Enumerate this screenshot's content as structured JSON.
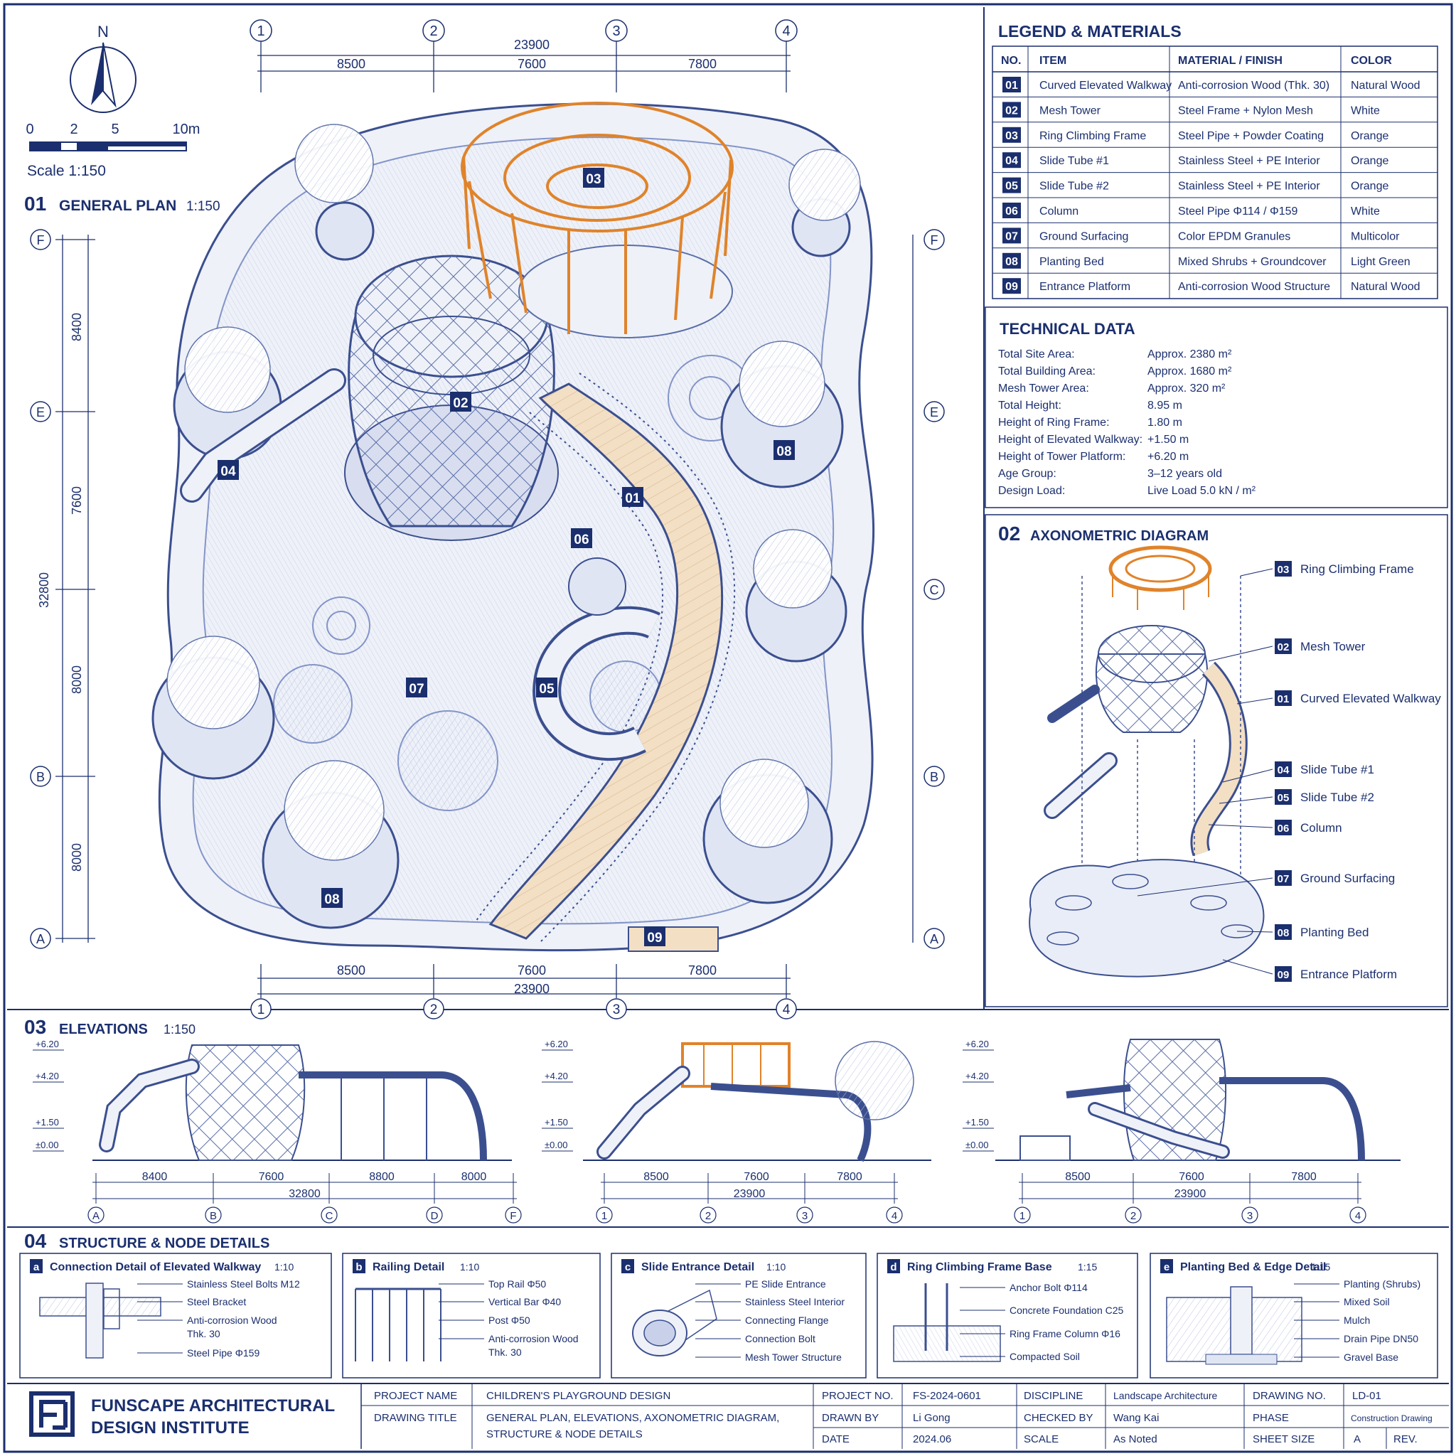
{
  "colors": {
    "ink": "#1b2f6e",
    "ink_light": "#7d8fc4",
    "orange": "#e0832a",
    "wood": "#f3dfc4",
    "paper": "#ffffff",
    "fill_light": "#e9edf7"
  },
  "north": {
    "label": "N"
  },
  "scale_bar": {
    "ticks": [
      "0",
      "2",
      "5",
      "10m"
    ],
    "label": "Scale 1:150"
  },
  "plan": {
    "num": "01",
    "title": "GENERAL PLAN",
    "scale": "1:150",
    "grid_cols": [
      "1",
      "2",
      "3",
      "4"
    ],
    "grid_rows": [
      "F",
      "E",
      "C",
      "B",
      "A"
    ],
    "top_dims": {
      "total": "23900",
      "segments": [
        "8500",
        "7600",
        "7800"
      ]
    },
    "bottom_dims": {
      "total": "23900",
      "segments": [
        "8500",
        "7600",
        "7800"
      ]
    },
    "left_dims": {
      "total": "32800",
      "segments": [
        "8400",
        "7600",
        "8000",
        "8000"
      ]
    },
    "markers": [
      {
        "id": "03",
        "label": "03"
      },
      {
        "id": "02",
        "label": "02"
      },
      {
        "id": "04",
        "label": "04"
      },
      {
        "id": "08a",
        "label": "08"
      },
      {
        "id": "01",
        "label": "01"
      },
      {
        "id": "06",
        "label": "06"
      },
      {
        "id": "07",
        "label": "07"
      },
      {
        "id": "05",
        "label": "05"
      },
      {
        "id": "08b",
        "label": "08"
      },
      {
        "id": "09",
        "label": "09"
      }
    ]
  },
  "legend": {
    "title": "LEGEND & MATERIALS",
    "headers": [
      "NO.",
      "ITEM",
      "MATERIAL / FINISH",
      "COLOR"
    ],
    "rows": [
      {
        "no": "01",
        "item": "Curved Elevated Walkway",
        "material": "Anti-corrosion Wood (Thk. 30)",
        "color": "Natural Wood"
      },
      {
        "no": "02",
        "item": "Mesh Tower",
        "material": "Steel Frame + Nylon Mesh",
        "color": "White"
      },
      {
        "no": "03",
        "item": "Ring Climbing Frame",
        "material": "Steel Pipe + Powder Coating",
        "color": "Orange"
      },
      {
        "no": "04",
        "item": "Slide Tube #1",
        "material": "Stainless Steel + PE Interior",
        "color": "Orange"
      },
      {
        "no": "05",
        "item": "Slide Tube #2",
        "material": "Stainless Steel + PE Interior",
        "color": "Orange"
      },
      {
        "no": "06",
        "item": "Column",
        "material": "Steel Pipe Φ114 / Φ159",
        "color": "White"
      },
      {
        "no": "07",
        "item": "Ground Surfacing",
        "material": "Color EPDM Granules",
        "color": "Multicolor"
      },
      {
        "no": "08",
        "item": "Planting Bed",
        "material": "Mixed Shrubs + Groundcover",
        "color": "Light Green"
      },
      {
        "no": "09",
        "item": "Entrance Platform",
        "material": "Anti-corrosion Wood Structure",
        "color": "Natural Wood"
      }
    ]
  },
  "technical": {
    "title": "TECHNICAL DATA",
    "rows": [
      {
        "label": "Total Site Area:",
        "value": "Approx. 2380 m²"
      },
      {
        "label": "Total Building Area:",
        "value": "Approx. 1680 m²"
      },
      {
        "label": "Mesh Tower Area:",
        "value": "Approx. 320 m²"
      },
      {
        "label": "Total Height:",
        "value": "8.95 m"
      },
      {
        "label": "Height of Ring Frame:",
        "value": "1.80 m"
      },
      {
        "label": "Height of Elevated Walkway:",
        "value": "+1.50 m"
      },
      {
        "label": "Height of Tower Platform:",
        "value": "+6.20 m"
      },
      {
        "label": "Age Group:",
        "value": "3–12 years old"
      },
      {
        "label": "Design Load:",
        "value": "Live Load 5.0 kN / m²"
      }
    ]
  },
  "axono": {
    "num": "02",
    "title": "AXONOMETRIC DIAGRAM",
    "labels": [
      {
        "no": "03",
        "text": "Ring Climbing Frame"
      },
      {
        "no": "02",
        "text": "Mesh Tower"
      },
      {
        "no": "01",
        "text": "Curved Elevated Walkway"
      },
      {
        "no": "04",
        "text": "Slide Tube #1"
      },
      {
        "no": "05",
        "text": "Slide Tube #2"
      },
      {
        "no": "06",
        "text": "Column"
      },
      {
        "no": "07",
        "text": "Ground Surfacing"
      },
      {
        "no": "08",
        "text": "Planting Bed"
      },
      {
        "no": "09",
        "text": "Entrance Platform"
      }
    ]
  },
  "elevations": {
    "num": "03",
    "title": "ELEVATIONS",
    "scale": "1:150",
    "levels": [
      "+6.20",
      "+4.20",
      "+1.50",
      "±0.00"
    ],
    "views": [
      {
        "dims": [
          "8400",
          "7600",
          "8800",
          "8000"
        ],
        "total": "32800",
        "axes": [
          "A",
          "B",
          "C",
          "D",
          "F"
        ]
      },
      {
        "dims": [
          "8500",
          "7600",
          "7800"
        ],
        "total": "23900",
        "axes": [
          "1",
          "2",
          "3",
          "4"
        ]
      },
      {
        "dims": [
          "8500",
          "7600",
          "7800"
        ],
        "total": "23900",
        "axes": [
          "1",
          "2",
          "3",
          "4"
        ]
      }
    ]
  },
  "details": {
    "num": "04",
    "title": "STRUCTURE & NODE DETAILS",
    "panels": [
      {
        "letter": "a",
        "title": "Connection Detail of Elevated Walkway",
        "scale": "1:10",
        "notes": [
          "Stainless Steel Bolts M12",
          "Steel Bracket",
          "Anti-corrosion Wood",
          "Thk. 30",
          "Steel Pipe Φ159"
        ]
      },
      {
        "letter": "b",
        "title": "Railing Detail",
        "scale": "1:10",
        "notes": [
          "Top Rail Φ50",
          "Vertical Bar Φ40",
          "Post Φ50",
          "Anti-corrosion Wood",
          "Thk. 30"
        ]
      },
      {
        "letter": "c",
        "title": "Slide Entrance Detail",
        "scale": "1:10",
        "notes": [
          "PE Slide Entrance",
          "Stainless Steel Interior",
          "Connecting Flange",
          "Connection Bolt",
          "Mesh Tower Structure"
        ]
      },
      {
        "letter": "d",
        "title": "Ring Climbing Frame Base",
        "scale": "1:15",
        "notes": [
          "Anchor Bolt Φ114",
          "Concrete Foundation C25",
          "Ring Frame Column Φ16",
          "Compacted Soil"
        ]
      },
      {
        "letter": "e",
        "title": "Planting Bed & Edge Detail",
        "scale": "1:15",
        "notes": [
          "Planting (Shrubs)",
          "Mixed Soil",
          "Mulch",
          "Drain Pipe DN50",
          "Gravel Base"
        ]
      }
    ]
  },
  "title_block": {
    "firm_line1": "FUNSCAPE ARCHITECTURAL",
    "firm_line2": "DESIGN INSTITUTE",
    "project_name_label": "PROJECT NAME",
    "project_name": "CHILDREN'S PLAYGROUND DESIGN",
    "drawing_title_label": "DRAWING TITLE",
    "drawing_title_1": "GENERAL PLAN, ELEVATIONS, AXONOMETRIC DIAGRAM,",
    "drawing_title_2": "STRUCTURE & NODE DETAILS",
    "project_no_label": "PROJECT NO.",
    "project_no": "FS-2024-0601",
    "drawn_by_label": "DRAWN BY",
    "drawn_by": "Li Gong",
    "date_label": "DATE",
    "date": "2024.06",
    "discipline_label": "DISCIPLINE",
    "discipline": "Landscape Architecture",
    "checked_by_label": "CHECKED BY",
    "checked_by": "Wang Kai",
    "scale_label": "SCALE",
    "scale": "As Noted",
    "drawing_no_label": "DRAWING NO.",
    "drawing_no": "LD-01",
    "phase_label": "PHASE",
    "phase": "Construction Drawing",
    "sheet_size_label": "SHEET SIZE",
    "sheet_size": "A",
    "rev_label": "REV."
  }
}
